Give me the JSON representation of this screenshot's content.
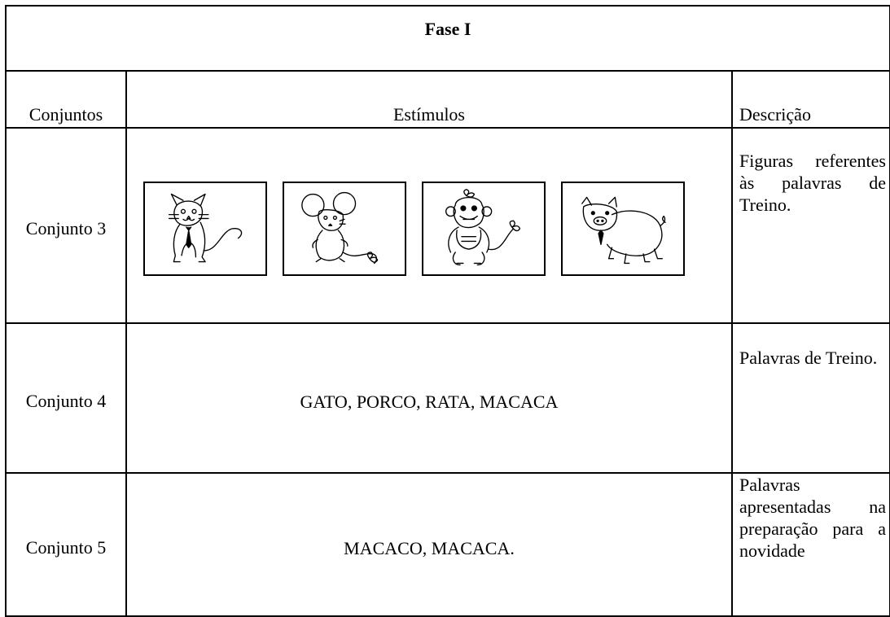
{
  "table": {
    "title": "Fase I",
    "headers": {
      "sets": "Conjuntos",
      "stimuli": "Estímulos",
      "description": "Descrição"
    },
    "rows": [
      {
        "set": "Conjunto 3",
        "stimuli_text": "",
        "images": [
          {
            "icon": "cat-with-tie-icon"
          },
          {
            "icon": "mouse-with-bow-icon"
          },
          {
            "icon": "monkey-with-bow-icon"
          },
          {
            "icon": "pig-with-tie-icon"
          }
        ],
        "description": "Figuras referentes às palavras de Treino."
      },
      {
        "set": "Conjunto 4",
        "stimuli_text": "GATO, PORCO, RATA, MACACA",
        "description": "Palavras de Treino."
      },
      {
        "set": "Conjunto 5",
        "stimuli_text": "MACACO, MACACA.",
        "description": "Palavras apresentadas na preparação para a novidade"
      }
    ]
  }
}
